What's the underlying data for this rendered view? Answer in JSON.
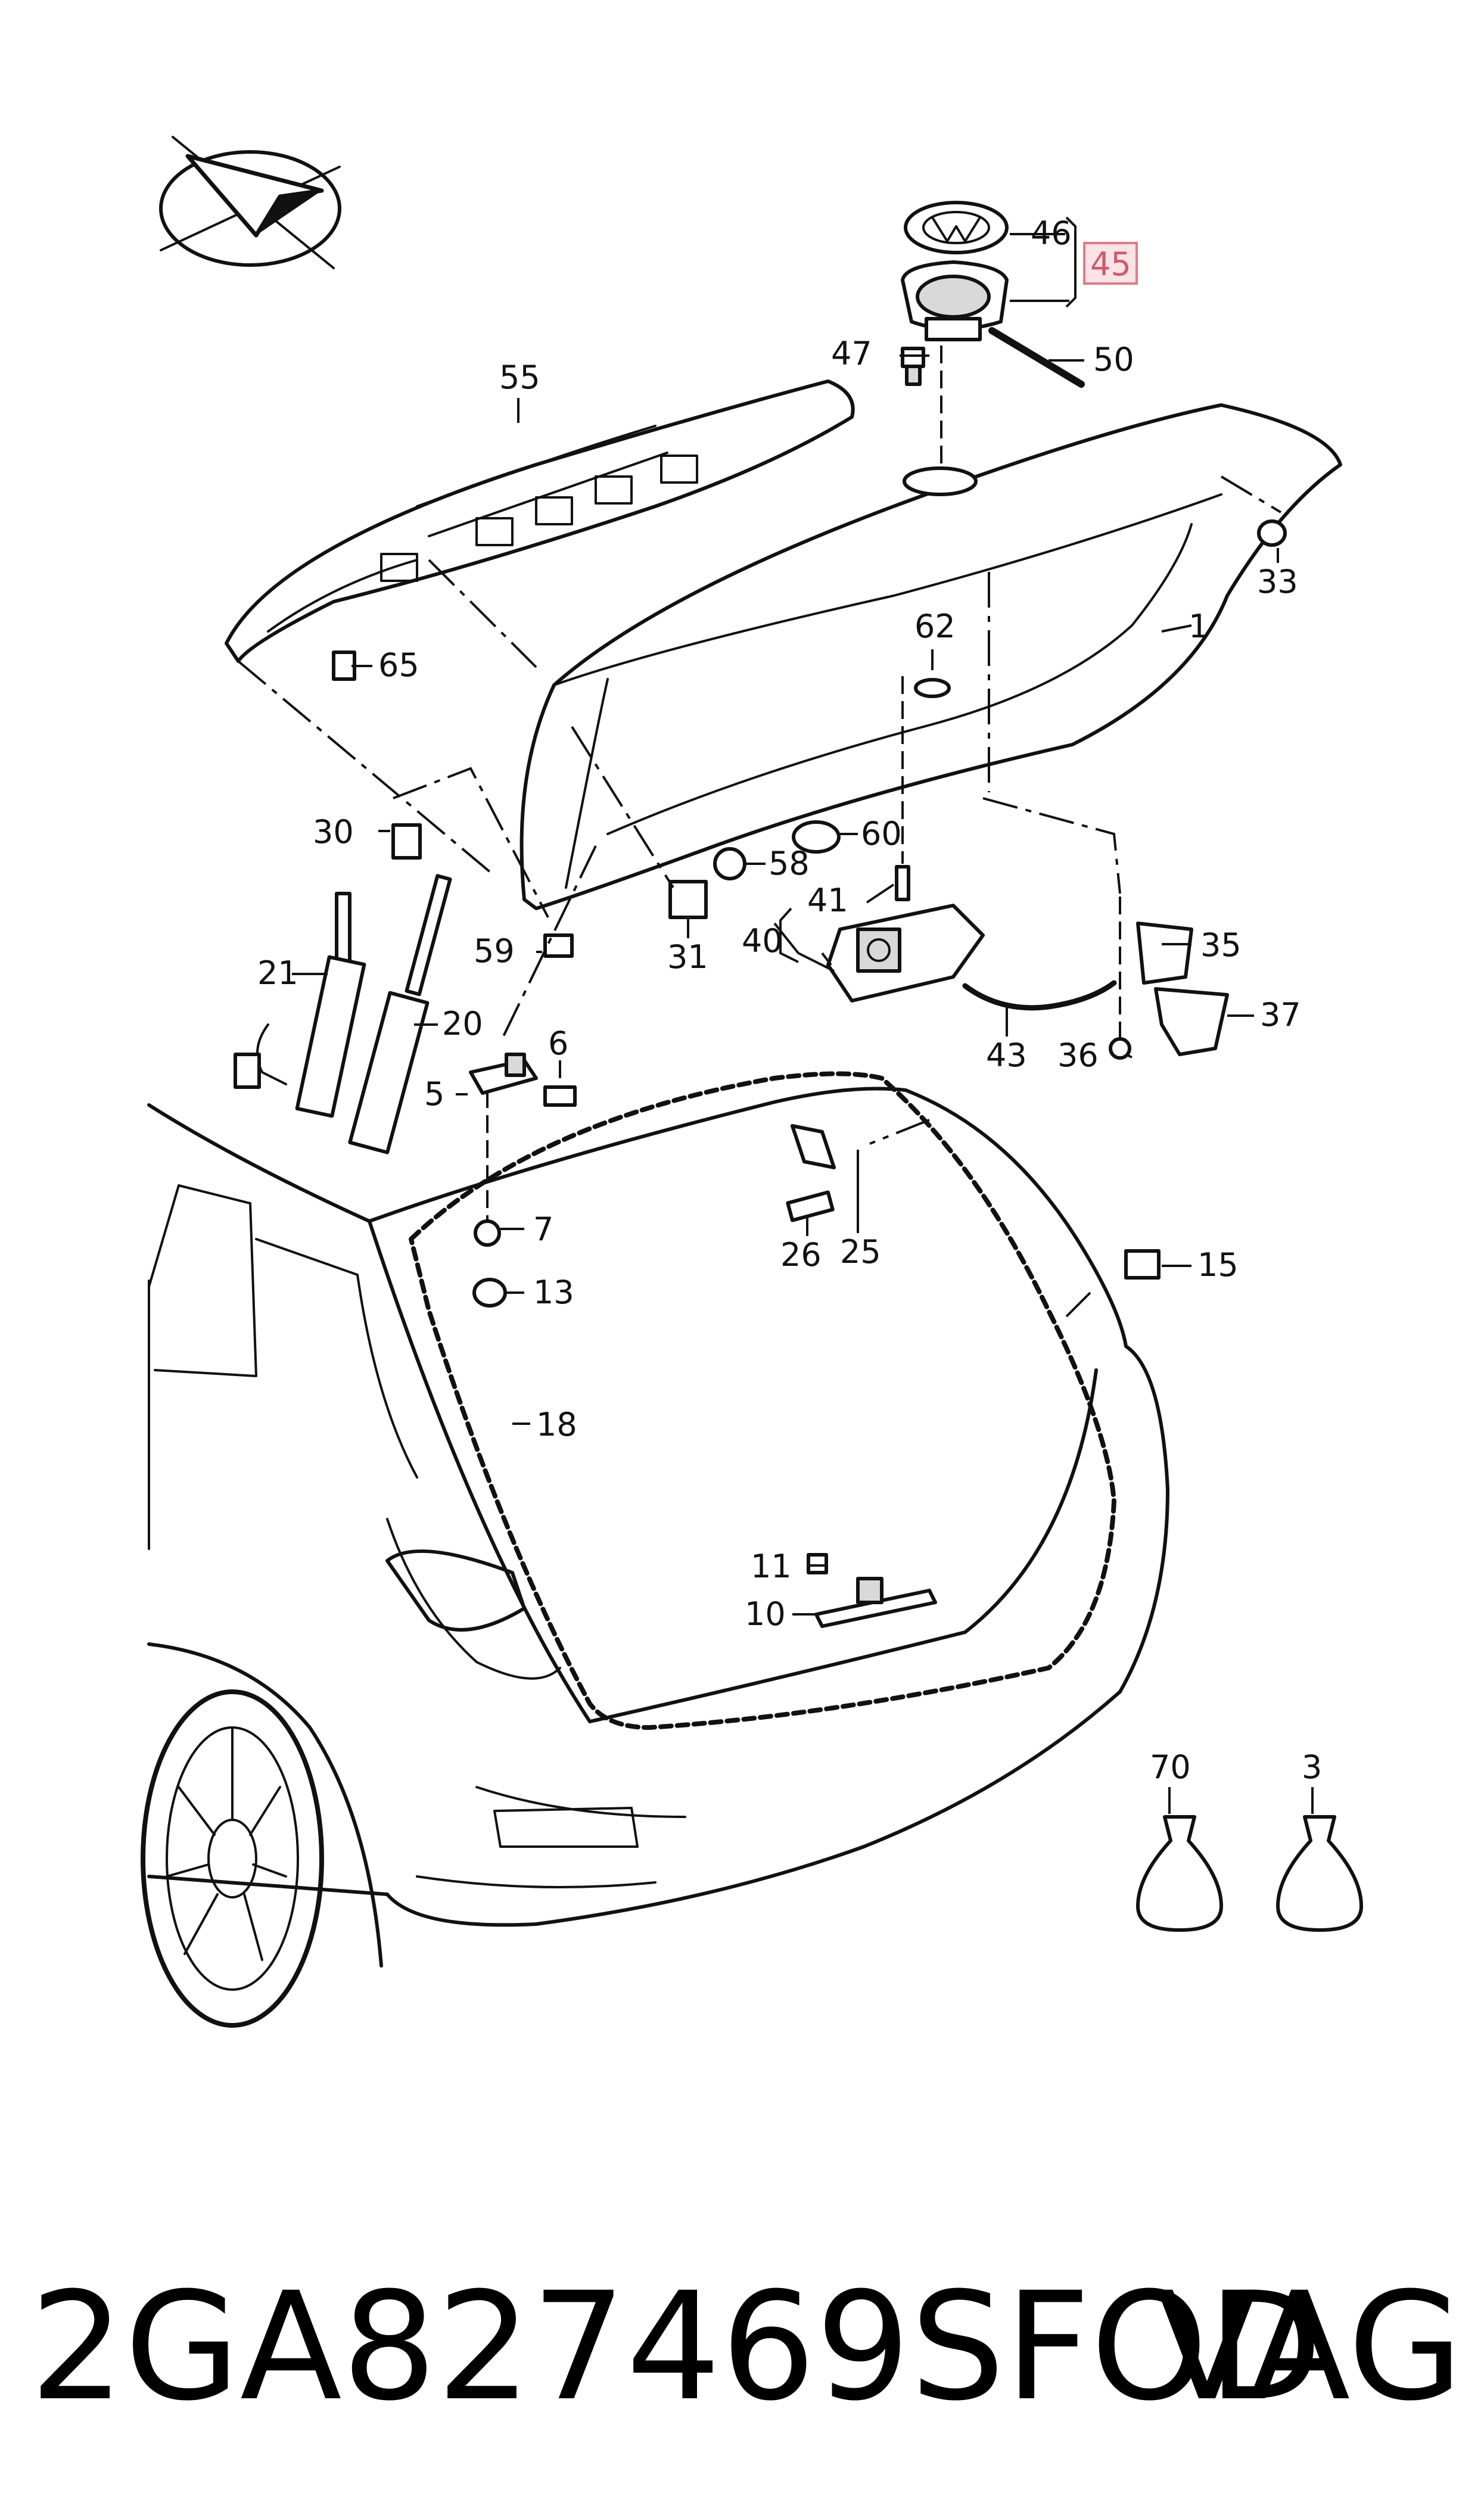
{
  "part_number": "2GA827469SFOD",
  "brand": "VAG",
  "highlighted_callout": "45",
  "callouts": [
    "46",
    "45",
    "47",
    "50",
    "55",
    "33",
    "1",
    "62",
    "65",
    "30",
    "58",
    "60",
    "41",
    "35",
    "40",
    "21",
    "59",
    "31",
    "37",
    "20",
    "6",
    "43",
    "36",
    "5",
    "7",
    "26",
    "25",
    "15",
    "13",
    "18",
    "11",
    "10",
    "70",
    "3"
  ],
  "colors": {
    "line": "#111111",
    "highlight_fill": "#fbe3e6",
    "highlight_border": "#e27a88",
    "highlight_text": "#d0596a"
  }
}
